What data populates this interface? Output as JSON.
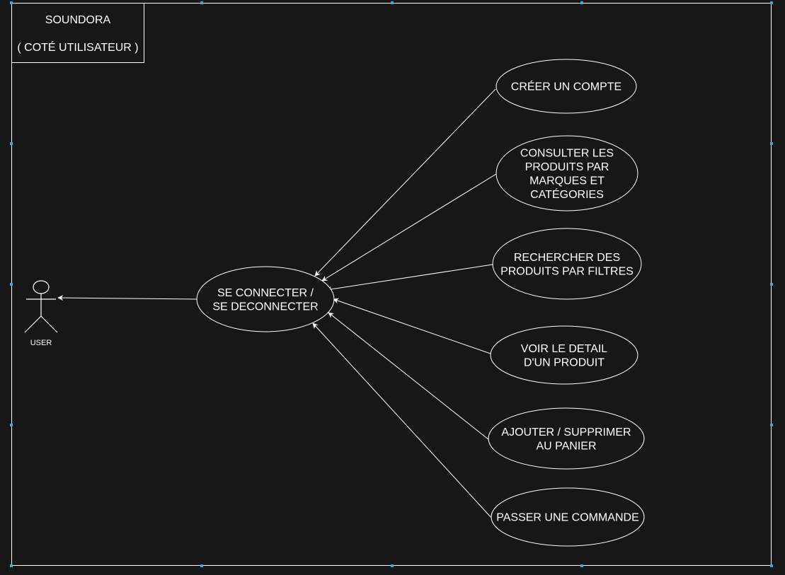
{
  "colors": {
    "background": "#171717",
    "stroke": "#ffffff",
    "selection_handle": "#4fa3c7"
  },
  "frame": {
    "title_lines": [
      "SOUNDORA",
      "( COTÉ UTILISATEUR )"
    ]
  },
  "actor": {
    "label": "USER",
    "icon": "stick-figure-icon"
  },
  "central_use_case": {
    "lines": [
      "SE CONNECTER /",
      "SE DECONNECTER"
    ]
  },
  "use_cases": [
    {
      "id": "create-account",
      "lines": [
        "CRÉER UN COMPTE"
      ]
    },
    {
      "id": "browse-products",
      "lines": [
        "CONSULTER LES",
        "PRODUITS PAR",
        "MARQUES ET",
        "CATÉGORIES"
      ]
    },
    {
      "id": "search-products",
      "lines": [
        "RECHERCHER DES",
        "PRODUITS PAR FILTRES"
      ]
    },
    {
      "id": "view-product-detail",
      "lines": [
        "VOIR LE DETAIL",
        "D'UN PRODUIT"
      ]
    },
    {
      "id": "add-remove-cart",
      "lines": [
        "AJOUTER / SUPPRIMER",
        "AU PANIER"
      ]
    },
    {
      "id": "place-order",
      "lines": [
        "PASSER UNE COMMANDE"
      ]
    }
  ]
}
